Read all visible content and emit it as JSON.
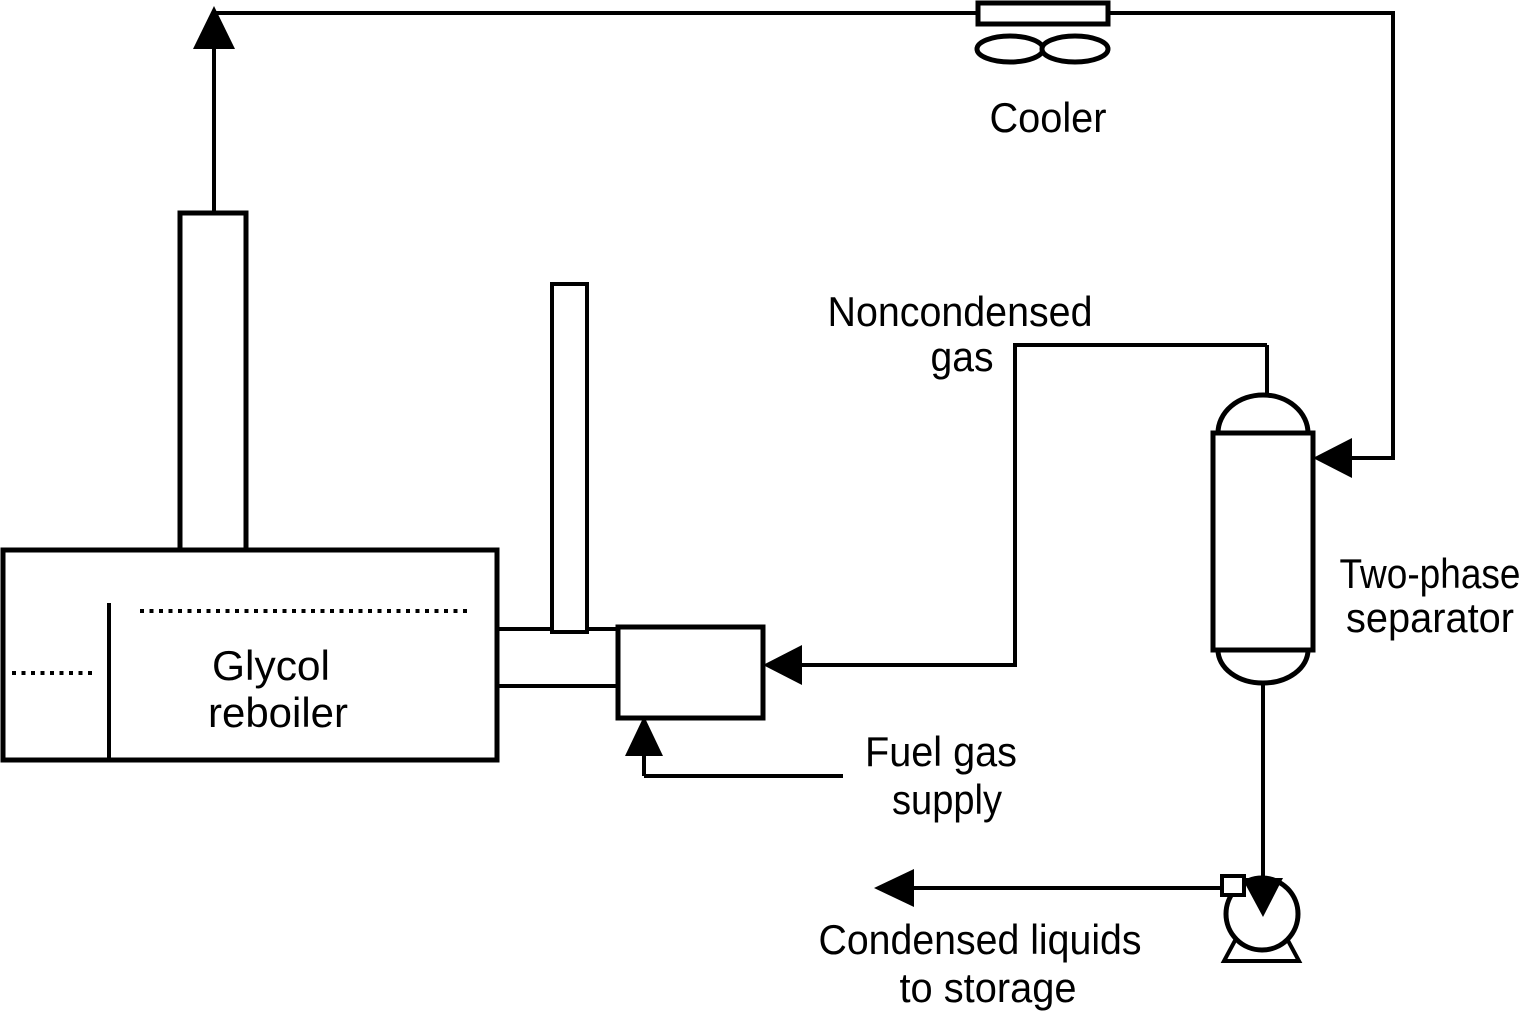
{
  "diagram": {
    "type": "process-flow-diagram",
    "background": "#ffffff",
    "line_color": "#000000",
    "labels": {
      "cooler": "Cooler",
      "noncondensed_line1": "Noncondensed",
      "noncondensed_line2": "gas",
      "separator_line1": "Two-phase",
      "separator_line2": "separator",
      "reboiler_line1": "Glycol",
      "reboiler_line2": "reboiler",
      "fuel_line1": "Fuel gas",
      "fuel_line2": "supply",
      "condensed_line1": "Condensed liquids",
      "condensed_line2": "to storage"
    }
  }
}
